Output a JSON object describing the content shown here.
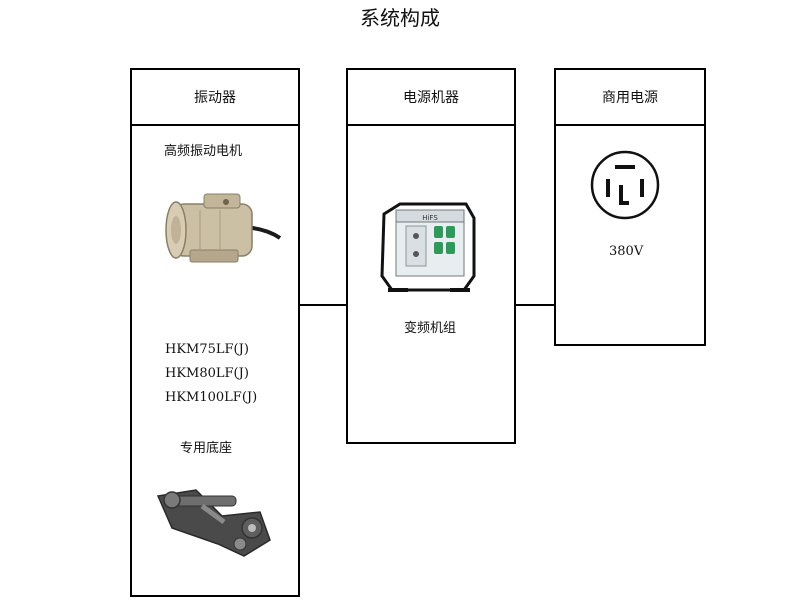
{
  "title": "系统构成",
  "columns": {
    "vibrator": {
      "header": "振动器",
      "motor_label": "高频振动电机",
      "models": [
        "HKM75LF(J)",
        "HKM80LF(J)",
        "HKM100LF(J)"
      ],
      "base_label": "专用底座"
    },
    "power_unit": {
      "header": "电源机器",
      "inverter_label": "变频机组"
    },
    "commercial_power": {
      "header": "商用电源",
      "voltage": "380V"
    }
  }
}
